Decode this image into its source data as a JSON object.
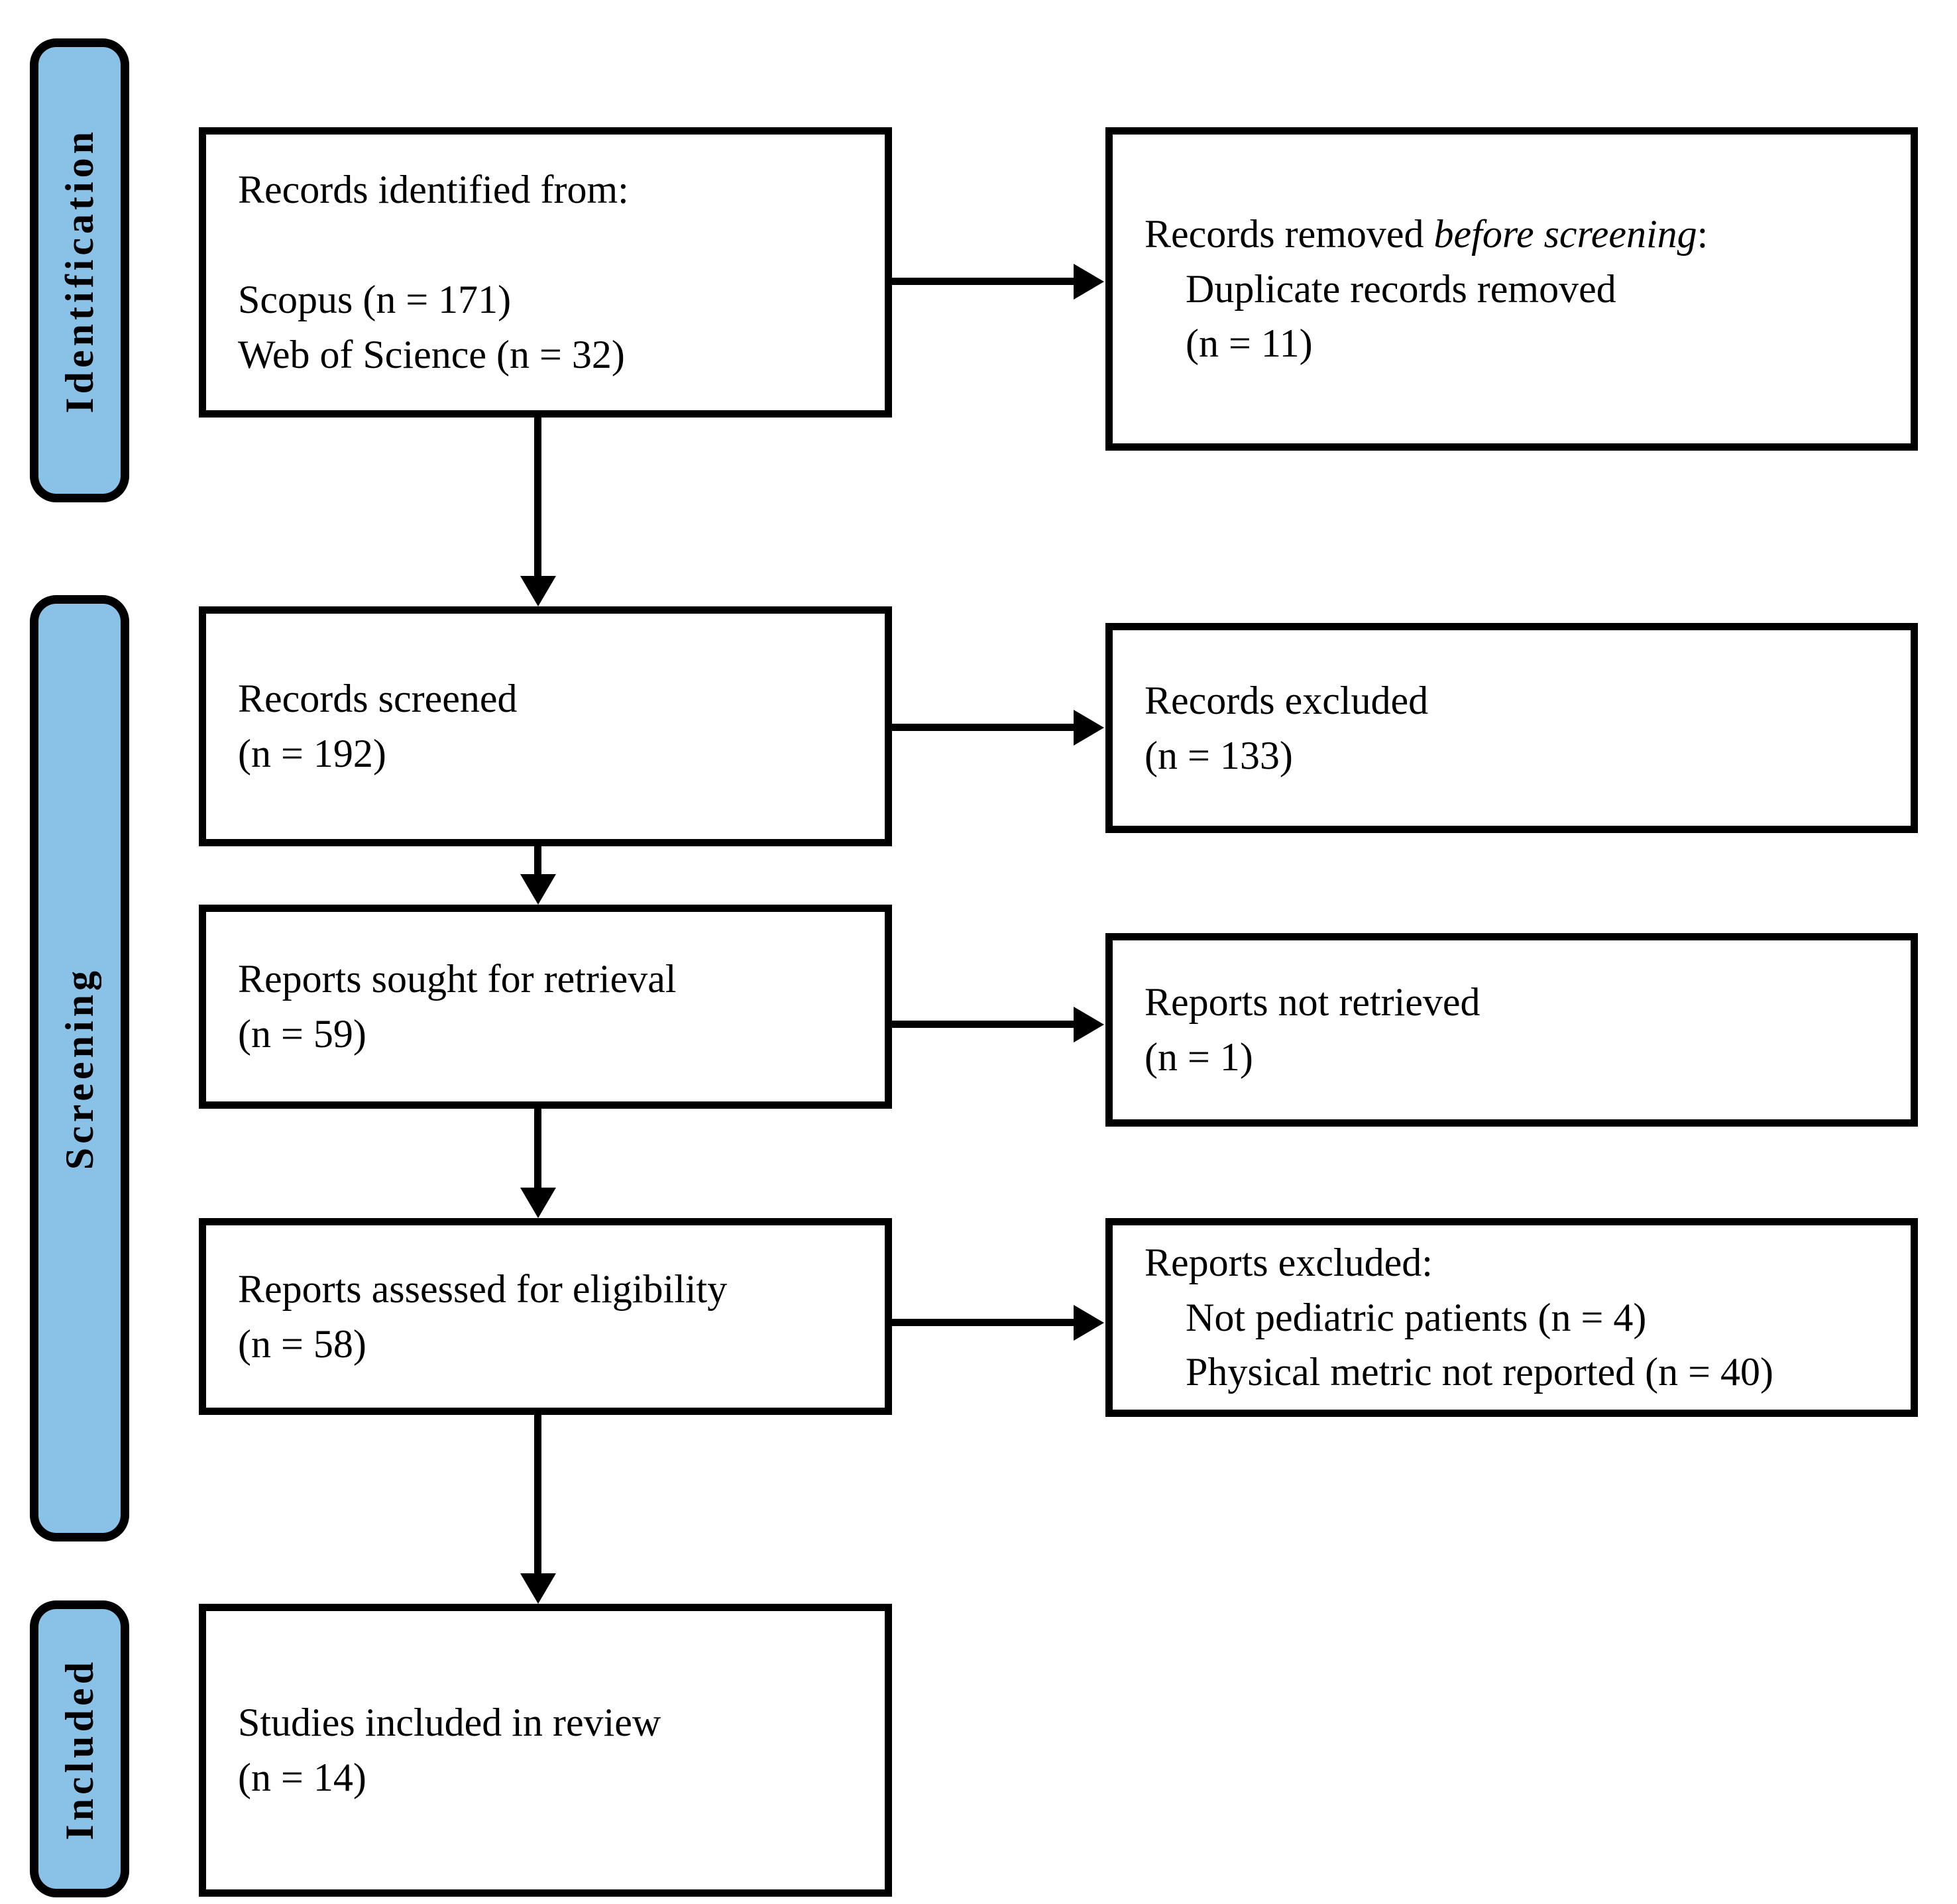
{
  "figure": {
    "type": "prisma-flow-diagram",
    "background": "#FFFFFF",
    "accent_fill": "#89C2E6",
    "line_color": "#000000"
  },
  "stages": [
    {
      "label": "Identification"
    },
    {
      "label": "Screening"
    },
    {
      "label": "Included"
    }
  ],
  "boxes": {
    "identified": {
      "title": "Records identified from:",
      "sources": [
        "Scopus (n = 171)",
        "Web of Science (n = 32)"
      ]
    },
    "removed_before_screening": {
      "prefix": "Records removed ",
      "emphasis": "before screening",
      "suffix": ":",
      "details": [
        "Duplicate records removed",
        "(n = 11)"
      ]
    },
    "screened": {
      "label": "Records screened",
      "count": "(n = 192)"
    },
    "records_excluded": {
      "label": "Records excluded",
      "count": "(n = 133)"
    },
    "sought_for_retrieval": {
      "label": "Reports sought for retrieval",
      "count": "(n = 59)"
    },
    "not_retrieved": {
      "label": "Reports not retrieved",
      "count": "(n = 1)"
    },
    "assessed_for_eligibility": {
      "label": "Reports assessed for eligibility",
      "count": "(n = 58)"
    },
    "reports_excluded": {
      "title": "Reports excluded:",
      "reasons": [
        "Not pediatric patients (n = 4)",
        "Physical metric not reported (n = 40)"
      ]
    },
    "included_in_review": {
      "label": "Studies included in review",
      "count": "(n = 14)"
    }
  }
}
